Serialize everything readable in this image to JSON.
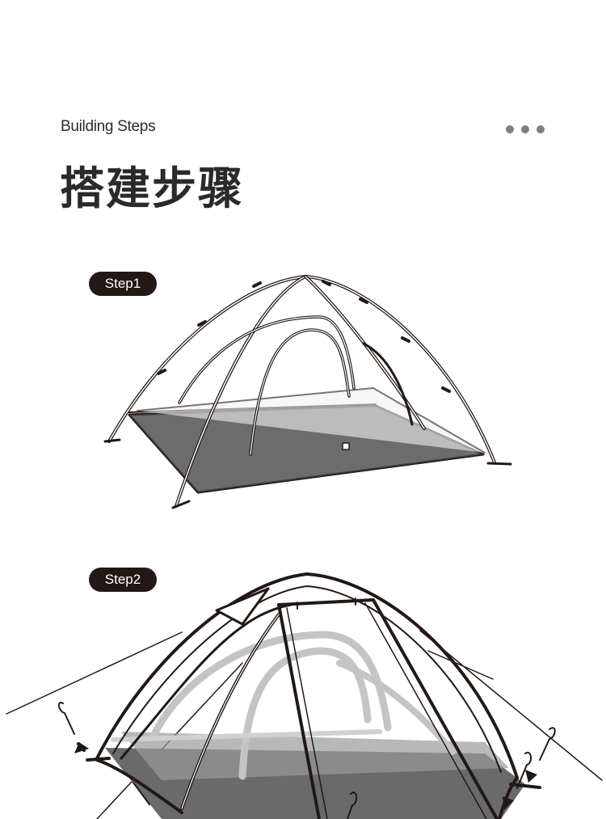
{
  "header": {
    "subtitle": "Building Steps",
    "title": "搭建步骤",
    "more_icon": "ellipsis-dots-icon"
  },
  "steps": [
    {
      "label": "Step1",
      "illustration": "tent-frame-on-groundsheet"
    },
    {
      "label": "Step2",
      "illustration": "tent-inner-attached-with-stakes"
    }
  ],
  "colors": {
    "pill_background": "#231815",
    "line": "#231815",
    "groundsheet": "#5d5d5d",
    "dots": "#7f7f7f"
  }
}
